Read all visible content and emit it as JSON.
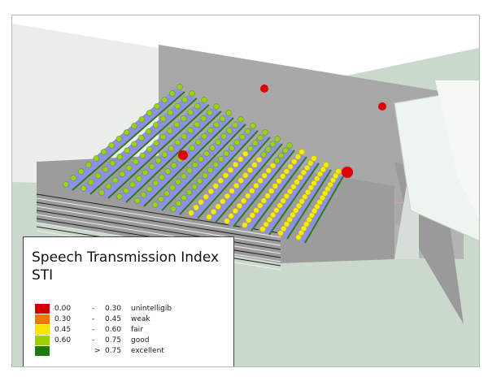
{
  "legend": {
    "title_line1": "Speech Transmission Index",
    "title_line2": "STI",
    "rows": [
      {
        "low": "0.00",
        "sep": "-",
        "high": "0.30",
        "label": "unintelligib",
        "color": "#d40000"
      },
      {
        "low": "0.30",
        "sep": "-",
        "high": "0.45",
        "label": "weak",
        "color": "#f07800"
      },
      {
        "low": "0.45",
        "sep": "-",
        "high": "0.60",
        "label": "fair",
        "color": "#f6e600"
      },
      {
        "low": "0.60",
        "sep": "-",
        "high": "0.75",
        "label": "good",
        "color": "#9cd000"
      },
      {
        "low": "",
        "sep": ">",
        "high": "0.75",
        "label": "excellent",
        "color": "#1e7a10"
      }
    ]
  },
  "colors": {
    "floor": "#cad9cc",
    "left_wall": "#eef0ee",
    "back_wall": "#a7a7a7",
    "seat_row": "#8f8fe8",
    "seat_row_edge": "#2f7a1a",
    "source": "#e00000",
    "panel": "#eef5ef"
  }
}
